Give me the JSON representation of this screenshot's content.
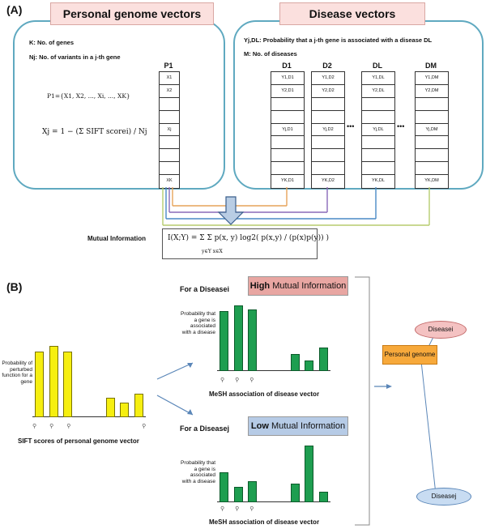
{
  "panel_a": {
    "label": "(A)",
    "personal_title": "Personal genome vectors",
    "disease_title": "Disease vectors",
    "k_def": "K: No. of genes",
    "nj_def": "Nj: No. of variants in a j-th gene",
    "p_vector": "P1={X1, X2, ..., Xi, ..., XK}",
    "xi_formula": "Xj = 1 − (Σ SIFT scorei) / Nj",
    "y_def": "Yj,DL: Probability that a j-th gene is associated with a disease DL",
    "m_def": "M: No. of diseases",
    "p_col_header": "P1",
    "p_cells": [
      "X1",
      "X2",
      "",
      "",
      "Xj",
      "",
      "",
      "",
      "XK"
    ],
    "disease_cols": [
      {
        "header": "D1",
        "cells": [
          "Y1,D1",
          "Y2,D1",
          "",
          "",
          "Yj,D1",
          "",
          "",
          "",
          "YK,D1"
        ]
      },
      {
        "header": "D2",
        "cells": [
          "Y1,D2",
          "Y2,D2",
          "",
          "",
          "Yj,D2",
          "",
          "",
          "",
          "YK,D2"
        ]
      },
      {
        "header": "DL",
        "cells": [
          "Y1,DL",
          "Y2,DL",
          "",
          "",
          "Yj,DL",
          "",
          "",
          "",
          "YK,DL"
        ]
      },
      {
        "header": "DM",
        "cells": [
          "Y1,DM",
          "Y2,DM",
          "",
          "",
          "Yj,DM",
          "",
          "",
          "",
          "YK,DM"
        ]
      }
    ],
    "ellipsis": "•••",
    "mi_label": "Mutual Information",
    "mi_formula": "I(X;Y) = Σ Σ p(x, y) log2( p(x,y) / (p(x)p(y)) )",
    "mi_sum_sub": "y∈Y x∈X"
  },
  "panel_b": {
    "label": "(B)",
    "perturbed_label": "Probability of perturbed function for a gene",
    "sift_caption": "SIFT scores of personal  genome vector",
    "sift_bars": [
      0.74,
      0.8,
      0.74,
      0,
      0,
      0.22,
      0.16,
      0.26
    ],
    "for_disease_i": "For a Diseasei",
    "for_disease_j": "For a Diseasej",
    "high_box_bold": "High",
    "high_box_rest": "Mutual Information",
    "low_box_bold": "Low",
    "low_box_rest": "Mutual Information",
    "prob_label": "Probability that a gene is associated with a disease",
    "high_bars": [
      0.8,
      0.87,
      0.82,
      0,
      0,
      0.23,
      0.14,
      0.31
    ],
    "low_bars": [
      0.45,
      0.23,
      0.32,
      0,
      0,
      0.28,
      0.85,
      0.16
    ],
    "mesh_caption": "MeSH association of disease vector",
    "personal_genome": "Personal genome",
    "disease_i": "Diseasei",
    "disease_j": "Diseasej"
  },
  "colors": {
    "box_border": "#5fa9c0",
    "header_fill": "#fbe0de",
    "yellow_bar": "#f6ef10",
    "green_bar": "#1e9e50",
    "high_fill": "#e8a6a2",
    "low_fill": "#b6cbe6",
    "personal_genome_fill": "#f7a93b",
    "disease_i_fill": "#f4c2c2",
    "disease_j_fill": "#c8dcf2"
  }
}
